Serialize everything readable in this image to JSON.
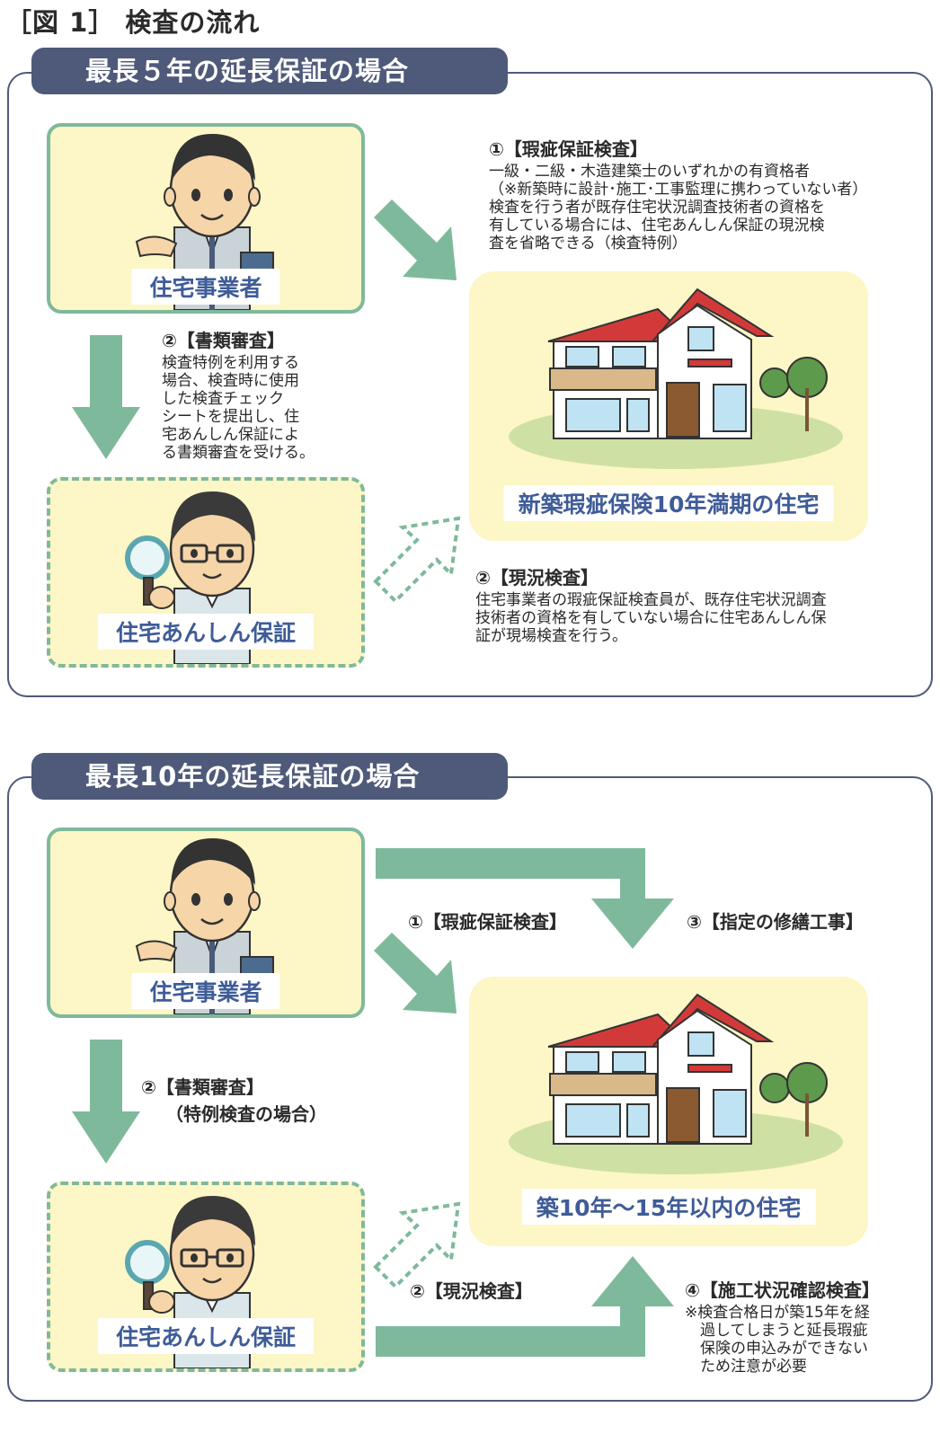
{
  "figure_title": "［図 1］ 検査の流れ",
  "colors": {
    "panel_border": "#4f5a7a",
    "card_bg": "#fdf6c6",
    "arrow": "#7fb99c",
    "label_text": "#3f5c98"
  },
  "section1": {
    "tab_title": "最長５年の延長保証の場合",
    "builder_label": "住宅事業者",
    "inspector_label": "住宅あんしん保証",
    "house_label": "新築瑕疵保険10年満期の住宅",
    "step1": {
      "heading": "①【瑕疵保証検査】",
      "body": "一級・二級・木造建築士のいずれかの有資格者\n（※新築時に設計･施工･工事監理に携わっていない者）\n検査を行う者が既存住宅状況調査技術者の資格を\n有している場合には、住宅あんしん保証の現況検\n査を省略できる（検査特例）"
    },
    "step2_docs": {
      "heading": "②【書類審査】",
      "body": "検査特例を利用する\n場合、検査時に使用\nした検査チェック\nシートを提出し、住\n宅あんしん保証によ\nる書類審査を受ける。"
    },
    "step2_site": {
      "heading": "②【現況検査】",
      "body": "住宅事業者の瑕疵保証検査員が、既存住宅状況調査\n技術者の資格を有していない場合に住宅あんしん保\n証が現場検査を行う。"
    }
  },
  "section2": {
    "tab_title": "最長10年の延長保証の場合",
    "builder_label": "住宅事業者",
    "inspector_label": "住宅あんしん保証",
    "house_label": "築10年～15年以内の住宅",
    "step1_heading": "①【瑕疵保証検査】",
    "step3_heading": "③【指定の修繕工事】",
    "step2_docs_heading": "②【書類審査】",
    "step2_docs_sub": "（特例検査の場合）",
    "step2_site_heading": "②【現況検査】",
    "step4": {
      "heading": "④【施工状況確認検査】",
      "body": "※検査合格日が築15年を経\n　過してしまうと延長瑕疵\n　保険の申込みができない\n　ため注意が必要"
    }
  }
}
